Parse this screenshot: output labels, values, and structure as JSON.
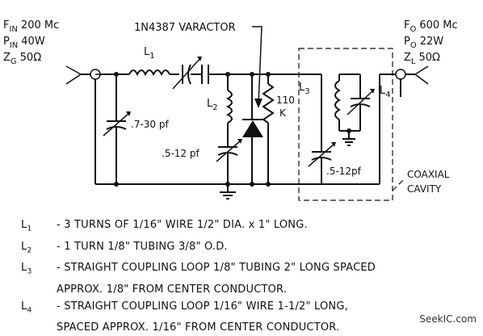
{
  "input": {
    "fin_label": "F",
    "fin_sub": "IN",
    "fin_value": "200 Mc",
    "pin_label": "P",
    "pin_sub": "IN",
    "pin_value": "40W",
    "zg_label": "Z",
    "zg_sub": "G",
    "zg_value": "50Ω"
  },
  "output": {
    "fo_label": "F",
    "fo_sub": "O",
    "fo_value": "600 Mc",
    "po_label": "P",
    "po_sub": "O",
    "po_value": "22W",
    "zl_label": "Z",
    "zl_sub": "L",
    "zl_value": "50Ω"
  },
  "components": {
    "varactor_label": "1N4387 VARACTOR",
    "l1": "L",
    "l1_sub": "1",
    "l2": "L",
    "l2_sub": "2",
    "l3": "L",
    "l3_sub": "3",
    "l4": "L",
    "l4_sub": "4",
    "c_in": ".7-30 pf",
    "c_l2": ".5-12 pf",
    "c_l3": ".5-12pf",
    "resistor_value": "110",
    "resistor_unit": "K",
    "cavity_line1": "COAXIAL",
    "cavity_line2": "CAVITY"
  },
  "notes": [
    {
      "tag": "L",
      "sub": "1",
      "line1": "- 3 TURNS OF 1/16\" WIRE 1/2\" DIA. x 1\" LONG.",
      "line2": ""
    },
    {
      "tag": "L",
      "sub": "2",
      "line1": "- 1 TURN 1/8\" TUBING 3/8\" O.D.",
      "line2": ""
    },
    {
      "tag": "L",
      "sub": "3",
      "line1": "- STRAIGHT COUPLING LOOP 1/8\" TUBING 2\" LONG SPACED",
      "line2": "APPROX. 1/8\" FROM CENTER CONDUCTOR."
    },
    {
      "tag": "L",
      "sub": "4",
      "line1": "- STRAIGHT COUPLING LOOP 1/16\" WIRE 1-1/2\" LONG,",
      "line2": "SPACED APPROX. 1/16\" FROM CENTER CONDUCTOR."
    }
  ],
  "watermark": "SeekIC.com"
}
